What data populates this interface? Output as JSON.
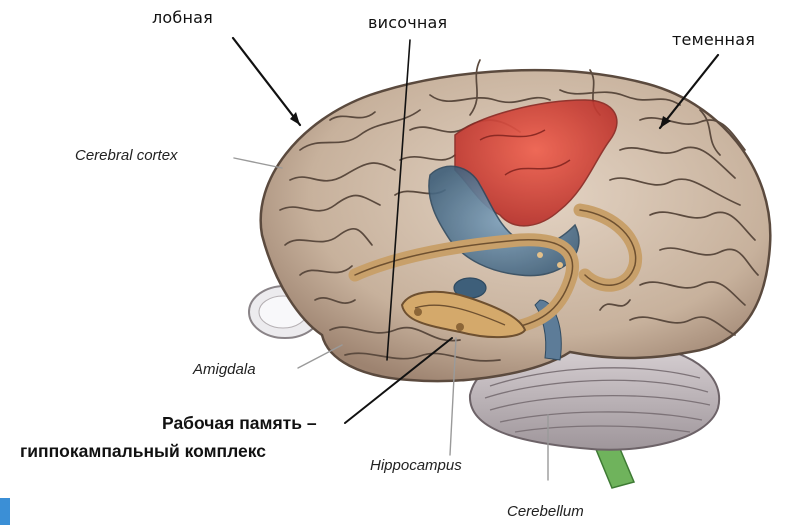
{
  "labels": {
    "frontal": "лобная",
    "temporal": "височная",
    "parietal": "теменная",
    "cortex": "Cerebral cortex",
    "amygdala": "Amigdala",
    "working_memory_1": "Рабочая память –",
    "working_memory_2": "гиппокампальный комплекс",
    "hippocampus": "Hippocampus",
    "cerebellum": "Cerebellum"
  },
  "colors": {
    "cortex": "#cbb7a4",
    "gyri_lines": "#5b4a3e",
    "highlight_red": "#d8433a",
    "hippocampus": "#c8a06a",
    "deep_blue": "#4a6f8c",
    "cerebellum": "#b9b2b6",
    "brainstem": "#6fb35c",
    "accent_tab": "#3b8fd6"
  }
}
